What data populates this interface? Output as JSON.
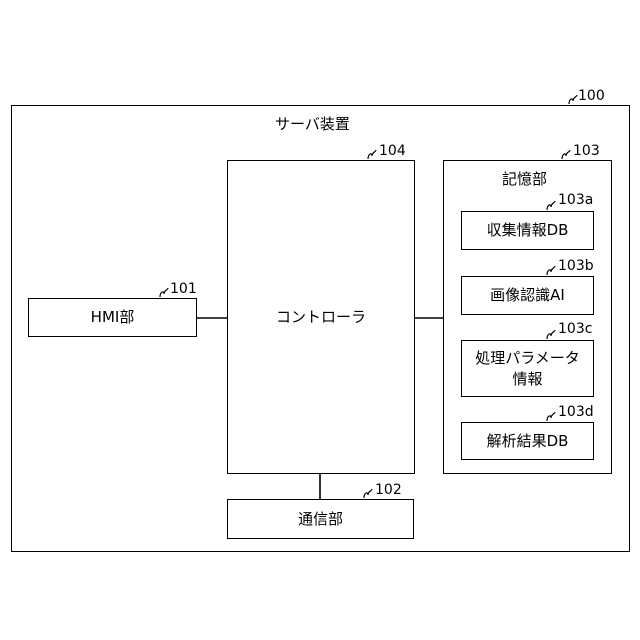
{
  "server": {
    "label": "サーバ装置",
    "ref": "100"
  },
  "controller": {
    "label": "コントローラ",
    "ref": "104"
  },
  "hmi": {
    "label": "HMI部",
    "ref": "101"
  },
  "comm": {
    "label": "通信部",
    "ref": "102"
  },
  "storage": {
    "label": "記憶部",
    "ref": "103",
    "items": [
      {
        "label": "収集情報DB",
        "ref": "103a"
      },
      {
        "label": "画像認識AI",
        "ref": "103b"
      },
      {
        "label": "処理パラメータ情報",
        "label_line1": "処理パラメータ",
        "label_line2": "情報",
        "ref": "103c"
      },
      {
        "label": "解析結果DB",
        "ref": "103d"
      }
    ]
  }
}
